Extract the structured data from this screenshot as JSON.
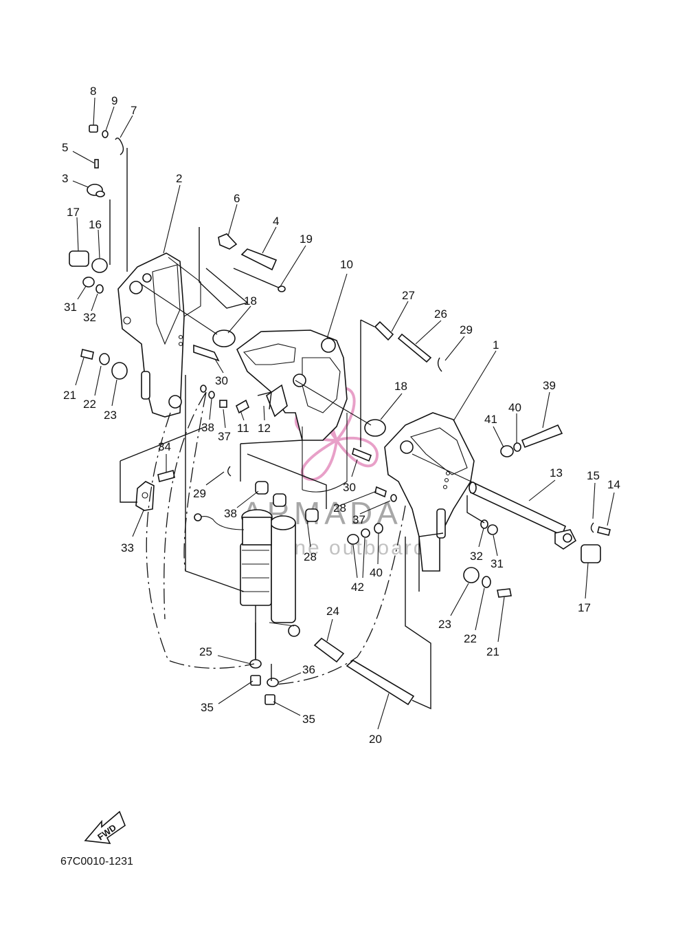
{
  "diagram": {
    "part_numbers": [
      "8",
      "9",
      "7",
      "5",
      "3",
      "2",
      "17",
      "16",
      "6",
      "4",
      "19",
      "31",
      "32",
      "10",
      "18",
      "27",
      "26",
      "29",
      "1",
      "39",
      "40",
      "41",
      "21",
      "22",
      "23",
      "30",
      "11",
      "12",
      "37",
      "38",
      "34",
      "18",
      "30",
      "13",
      "15",
      "14",
      "29",
      "28",
      "37",
      "38",
      "33",
      "28",
      "32",
      "31",
      "17",
      "40",
      "42",
      "23",
      "22",
      "21",
      "24",
      "25",
      "36",
      "35",
      "35",
      "20"
    ],
    "drawing_code": "67C0010-1231",
    "fwd_label": "FWD",
    "watermark": {
      "title": "ARMADA",
      "subtitle": "marine outboards",
      "logo_color": "#e8a0c8"
    }
  }
}
